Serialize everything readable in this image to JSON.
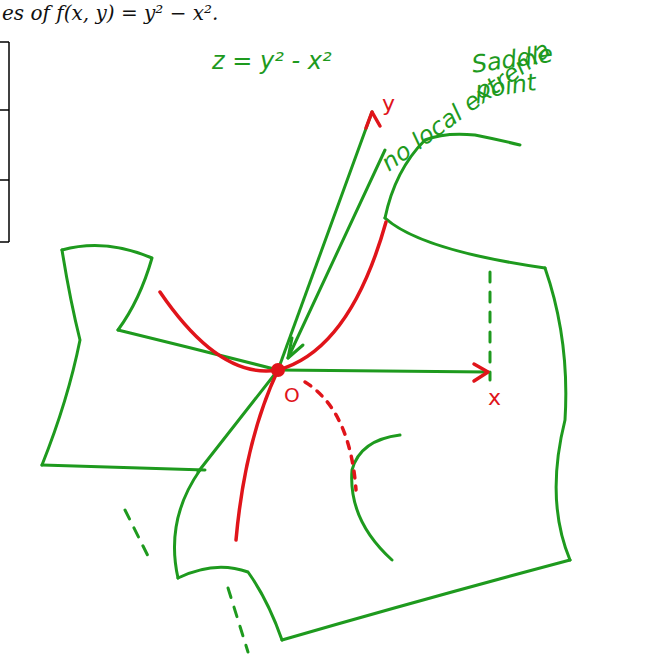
{
  "diagram": {
    "labels": [
      "es of f(x, y) = y² − x².",
      "z = y² - x²",
      "no local extrema",
      "Saddle point",
      "y",
      "O",
      "x"
    ]
  }
}
